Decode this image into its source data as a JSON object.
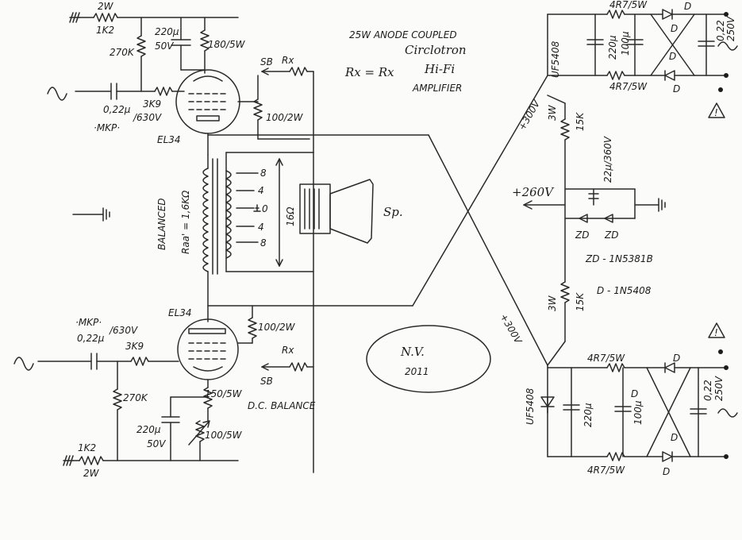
{
  "title": {
    "line1": "25W ANODE COUPLED",
    "line2": "Circlotron",
    "line3": "Hi-Fi",
    "line4": "AMPLIFIER",
    "equation": "Rx = Rx"
  },
  "signature": {
    "initials": "N.V.",
    "year": "2011"
  },
  "labels": {
    "r_2w_top": "2W",
    "r_1k2_top": "1K2",
    "r_270k_top": "270K",
    "c_220u_top": "220µ",
    "c_50v_top": "50V",
    "r_180_top": "180/5W",
    "sb_top": "SB",
    "rx_top": "Rx",
    "c_022_top": "0,22µ",
    "c_630v_top": "/630V",
    "mkp_top": "·MKP·",
    "r_3k9_top": "3K9",
    "r_100_top": "100/2W",
    "tube_top": "EL34",
    "tap_8a": "8",
    "tap_4a": "4",
    "tap_0": "0",
    "tap_4b": "4",
    "tap_8b": "8",
    "balanced": "BALANCED",
    "raa": "Raa' = 1,6KΩ",
    "imp_16": "16Ω",
    "speaker": "Sp.",
    "tube_bot": "EL34",
    "mkp_bot": "·MKP·",
    "c_022_bot": "0,22µ",
    "c_630v_bot": "/630V",
    "r_3k9_bot": "3K9",
    "r_100_bot": "100/2W",
    "rx_bot": "Rx",
    "sb_bot": "SB",
    "r_270k_bot": "270K",
    "r_150_bot": "150/5W",
    "dc_balance": "D.C. BALANCE",
    "c_220u_bot": "220µ",
    "c_50v_bot": "50V",
    "r_100_5w_bot": "100/5W",
    "r_1k2_bot": "1K2",
    "r_2w_bot": "2W",
    "v300_top": "+300V",
    "v300_bot": "+300V",
    "ufs_top": "UF5408",
    "ufs_bot": "UF5408",
    "r_4r7_tl": "4R7/5W",
    "r_4r7_tr": "4R7/5W",
    "r_4r7_bl": "4R7/5W",
    "r_4r7_br": "4R7/5W",
    "d_top1": "D",
    "d_top2": "D",
    "d_top3": "D",
    "d_top4": "D",
    "d_bot1": "D",
    "d_bot2": "D",
    "d_bot3": "D",
    "d_bot4": "D",
    "c_220u_rt": "220µ",
    "c_100u_rt": "100µ",
    "c_022_rt": "0,22",
    "c_250v_rt": "250V",
    "c_220u_rb": "220µ",
    "c_100u_rb": "100µ",
    "c_022_rb": "0,22",
    "c_250v_rb": "250V",
    "r_3w_top": "3W",
    "r_15k_top": "15K",
    "r_3w_bot": "3W",
    "r_15k_bot": "15K",
    "v260": "+260V",
    "c_22u_360": "22µ/360V",
    "zd1": "ZD",
    "zd2": "ZD",
    "zd_part": "ZD - 1N5381B",
    "d_part": "D - 1N5408",
    "warn_top": "!",
    "warn_bot": "!"
  }
}
